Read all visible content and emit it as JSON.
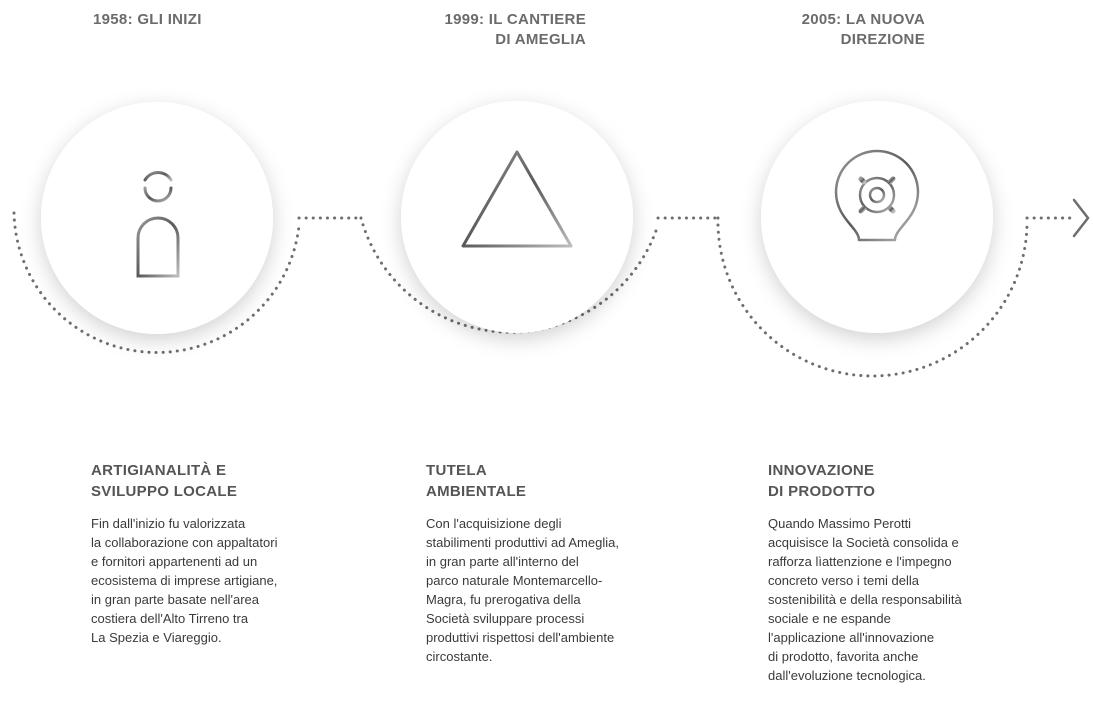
{
  "milestones": [
    {
      "line1": "1958: GLI INIZI",
      "line2": ""
    },
    {
      "line1": "1999: IL CANTIERE",
      "line2": "DI AMEGLIA"
    },
    {
      "line1": "2005: LA NUOVA",
      "line2": "DIREZIONE"
    }
  ],
  "icons": [
    "worker-helmet-icon",
    "tree-icon",
    "lightbulb-gear-icon"
  ],
  "columns": [
    {
      "title": [
        "ARTIGIANALITÀ E",
        "SVILUPPO LOCALE"
      ],
      "text": [
        "Fin dall'inizio fu valorizzata",
        "la collaborazione con appaltatori",
        "e fornitori appartenenti ad un",
        "ecosistema di imprese artigiane,",
        "in gran parte basate nell'area",
        "costiera dell'Alto Tirreno tra",
        "La Spezia e Viareggio."
      ]
    },
    {
      "title": [
        "TUTELA",
        "AMBIENTALE"
      ],
      "text": [
        "Con l'acquisizione degli",
        "stabilimenti produttivi ad Ameglia,",
        "in gran parte all'interno del",
        "parco naturale Montemarcello-",
        "Magra, fu prerogativa della",
        "Società sviluppare processi",
        "produttivi rispettosi dell'ambiente",
        "circostante."
      ]
    },
    {
      "title": [
        "INNOVAZIONE",
        "DI PRODOTTO"
      ],
      "text": [
        "Quando Massimo Perotti",
        "acquisisce la Società consolida e",
        "rafforza lìattenzione e l'impegno",
        "concreto verso i temi della",
        "sostenibilità e della responsabilità",
        "sociale e ne espande",
        "l'applicazione all'innovazione",
        "di prodotto, favorita anche",
        "dall'evoluzione tecnologica."
      ]
    }
  ],
  "colors": {
    "accent": "#7a7a7a",
    "text": "#3a3a3a",
    "circle": "#ffffff"
  }
}
